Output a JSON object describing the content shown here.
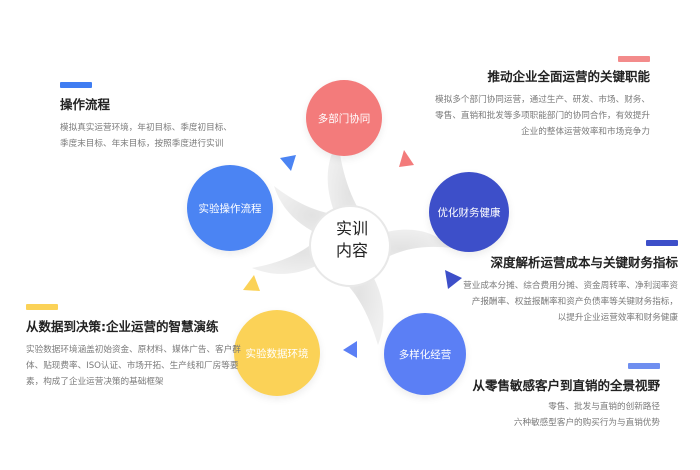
{
  "center": {
    "line1": "实训",
    "line2": "内容"
  },
  "nodes": [
    {
      "id": "dept",
      "label": "多部门协同",
      "color": "#f37b7b"
    },
    {
      "id": "finance",
      "label": "优化财务健康",
      "color": "#3d4fc9"
    },
    {
      "id": "diverse",
      "label": "多样化经营",
      "color": "#5b7ff5"
    },
    {
      "id": "data",
      "label": "实验数据环境",
      "color": "#fbd257"
    },
    {
      "id": "process",
      "label": "实验操作流程",
      "color": "#4b84f3"
    }
  ],
  "blocks": {
    "process": {
      "bar_color": "#3f7df2",
      "title": "操作流程",
      "lines": [
        "模拟真实运营环境，年初目标、季度初目标、",
        "季度末目标、年末目标，按照季度进行实训"
      ]
    },
    "dept": {
      "bar_color": "#f38b8b",
      "title": "推动企业全面运营的关键职能",
      "lines": [
        "模拟多个部门协同运营，通过生产、研发、市场、财务、",
        "零售、直销和批发等多项职能部门的协同合作，有效提升",
        "企业的整体运营效率和市场竞争力"
      ]
    },
    "finance": {
      "bar_color": "#3d4fc9",
      "title": "深度解析运营成本与关键财务指标",
      "lines": [
        "营业成本分摊、综合费用分摊、资金周转率、净利润率资",
        "产报酬率、权益报酬率和资产负债率等关键财务指标，",
        "以提升企业运营效率和财务健康"
      ]
    },
    "data": {
      "bar_color": "#fbd257",
      "title": "从数据到决策:企业运营的智慧演练",
      "lines": [
        "实验数据环境涵盖初始资金、原材料、媒体广告、客户群",
        "体、贴现费率、ISO认证、市场开拓、生产线和厂房等要",
        "素，构成了企业运营决策的基础框架"
      ]
    },
    "diverse": {
      "bar_color": "#6f8ff0",
      "title": "从零售敏感客户到直销的全景视野",
      "lines": [
        "零售、批发与直销的创新路径",
        "六种敏感型客户的购买行为与直销优势"
      ]
    }
  }
}
